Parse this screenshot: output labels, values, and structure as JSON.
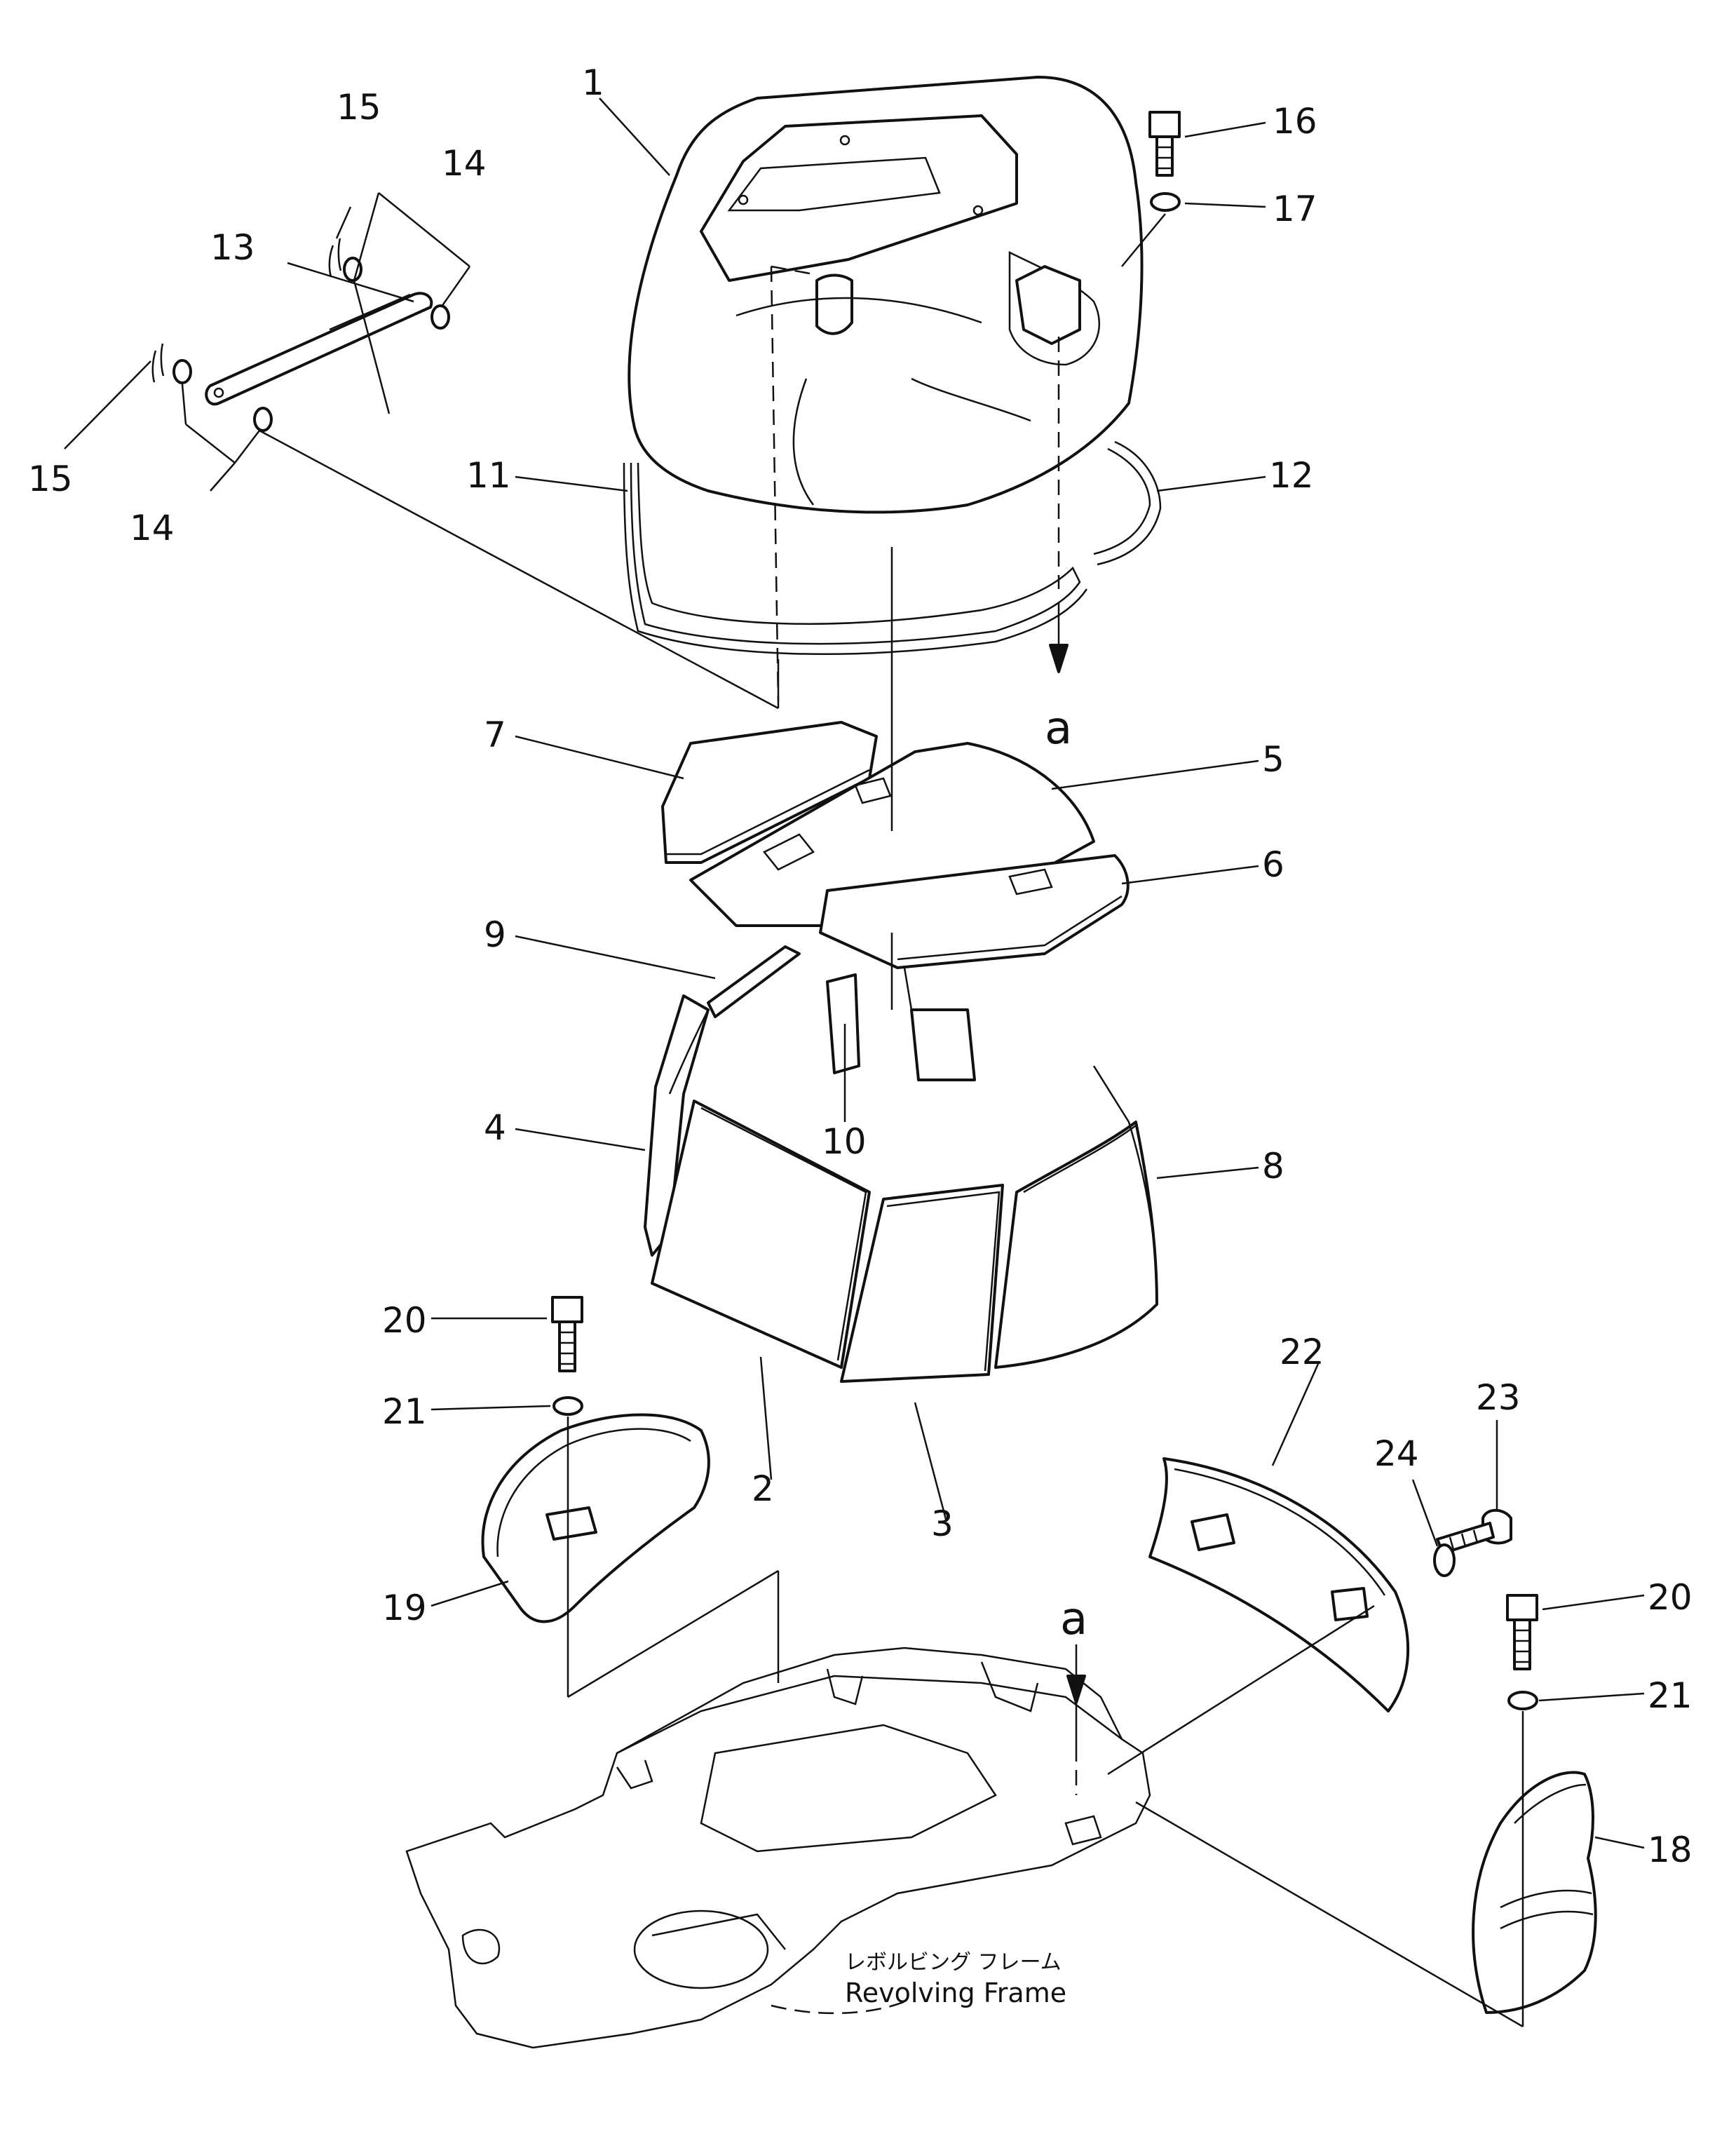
{
  "callouts": [
    {
      "id": "c1",
      "text": "1"
    },
    {
      "id": "c2",
      "text": "2"
    },
    {
      "id": "c3",
      "text": "3"
    },
    {
      "id": "c4",
      "text": "4"
    },
    {
      "id": "c5",
      "text": "5"
    },
    {
      "id": "c6",
      "text": "6"
    },
    {
      "id": "c7",
      "text": "7"
    },
    {
      "id": "c8",
      "text": "8"
    },
    {
      "id": "c9",
      "text": "9"
    },
    {
      "id": "c10",
      "text": "10"
    },
    {
      "id": "c11",
      "text": "11"
    },
    {
      "id": "c12",
      "text": "12"
    },
    {
      "id": "c13",
      "text": "13"
    },
    {
      "id": "c14a",
      "text": "14"
    },
    {
      "id": "c14b",
      "text": "14"
    },
    {
      "id": "c15a",
      "text": "15"
    },
    {
      "id": "c15b",
      "text": "15"
    },
    {
      "id": "c16",
      "text": "16"
    },
    {
      "id": "c17",
      "text": "17"
    },
    {
      "id": "c18",
      "text": "18"
    },
    {
      "id": "c19",
      "text": "19"
    },
    {
      "id": "c20a",
      "text": "20"
    },
    {
      "id": "c20b",
      "text": "20"
    },
    {
      "id": "c21a",
      "text": "21"
    },
    {
      "id": "c21b",
      "text": "21"
    },
    {
      "id": "c22",
      "text": "22"
    },
    {
      "id": "c23",
      "text": "23"
    },
    {
      "id": "c24",
      "text": "24"
    }
  ],
  "reference_marks": {
    "upper": "a",
    "lower": "a"
  },
  "frame_label": {
    "japanese": "レボルビング フレーム",
    "english": "Revolving Frame"
  }
}
